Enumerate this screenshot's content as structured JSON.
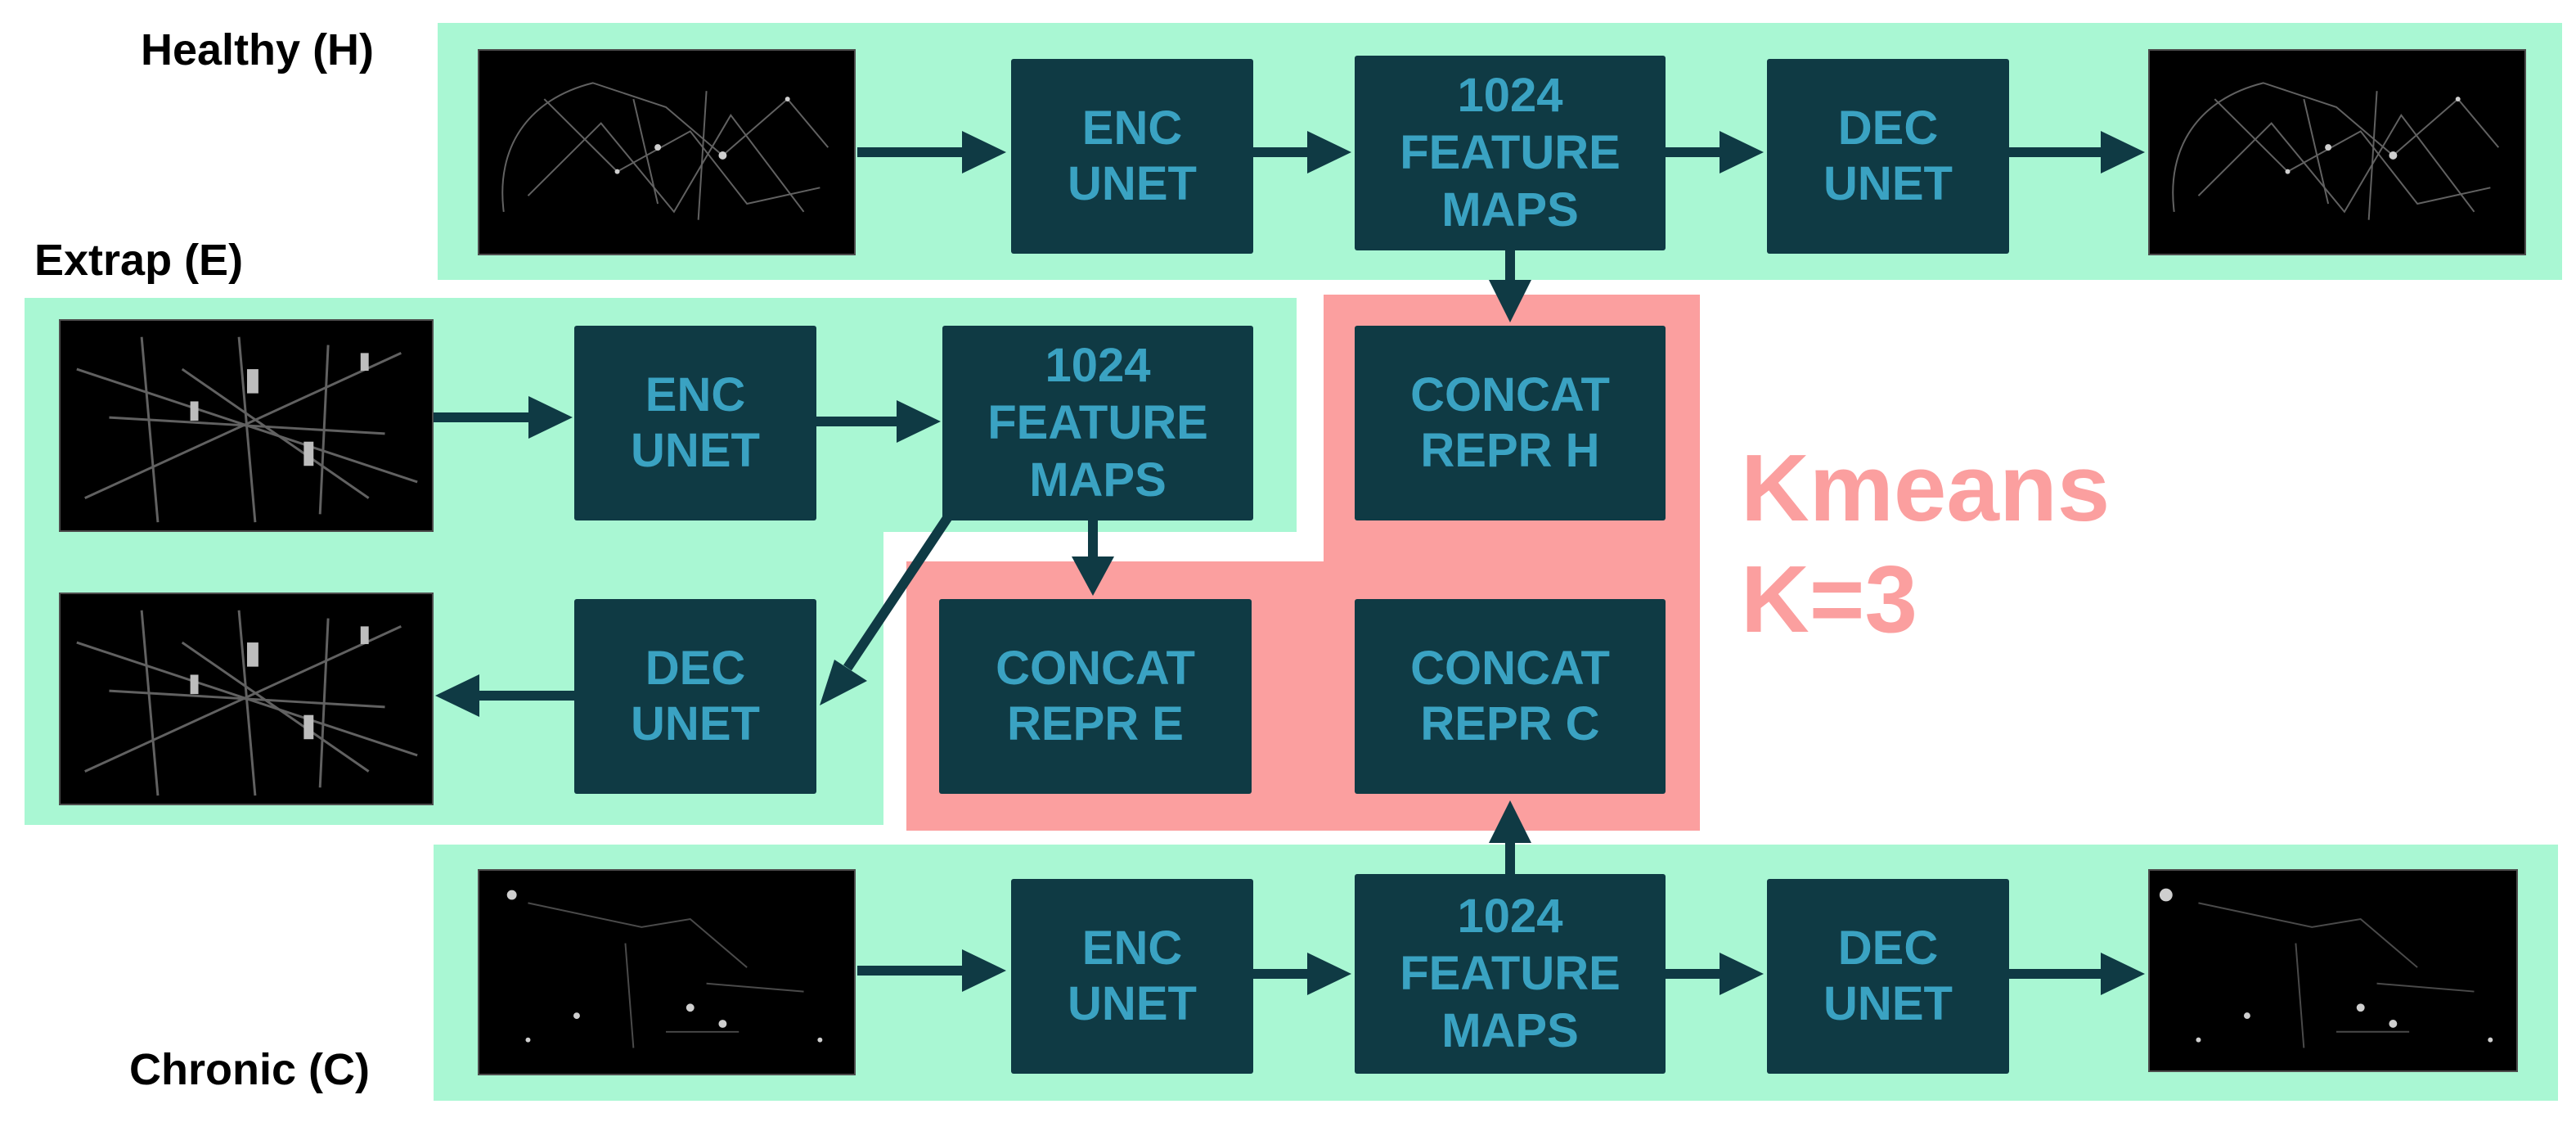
{
  "rows": {
    "healthy": {
      "label": "Healthy (H)",
      "enc": [
        "ENC",
        "UNET"
      ],
      "features": [
        "1024",
        "FEATURE",
        "MAPS"
      ],
      "dec": [
        "DEC",
        "UNET"
      ]
    },
    "extrap": {
      "label": "Extrap (E)",
      "enc": [
        "ENC",
        "UNET"
      ],
      "features": [
        "1024",
        "FEATURE",
        "MAPS"
      ],
      "dec": [
        "DEC",
        "UNET"
      ]
    },
    "chronic": {
      "label": "Chronic (C)",
      "enc": [
        "ENC",
        "UNET"
      ],
      "features": [
        "1024",
        "FEATURE",
        "MAPS"
      ],
      "dec": [
        "DEC",
        "UNET"
      ]
    }
  },
  "concat": {
    "h": [
      "CONCAT",
      "REPR H"
    ],
    "e": [
      "CONCAT",
      "REPR E"
    ],
    "c": [
      "CONCAT",
      "REPR C"
    ]
  },
  "kmeans": [
    "Kmeans",
    "K=3"
  ],
  "colors": {
    "panel": "#a9f7d3",
    "cluster_region": "#fb9f9f",
    "box_fill": "#0f3a44",
    "box_text": "#3aa2c2",
    "arrow": "#0f3a44",
    "kmeans_text": "#fb9f9f"
  }
}
